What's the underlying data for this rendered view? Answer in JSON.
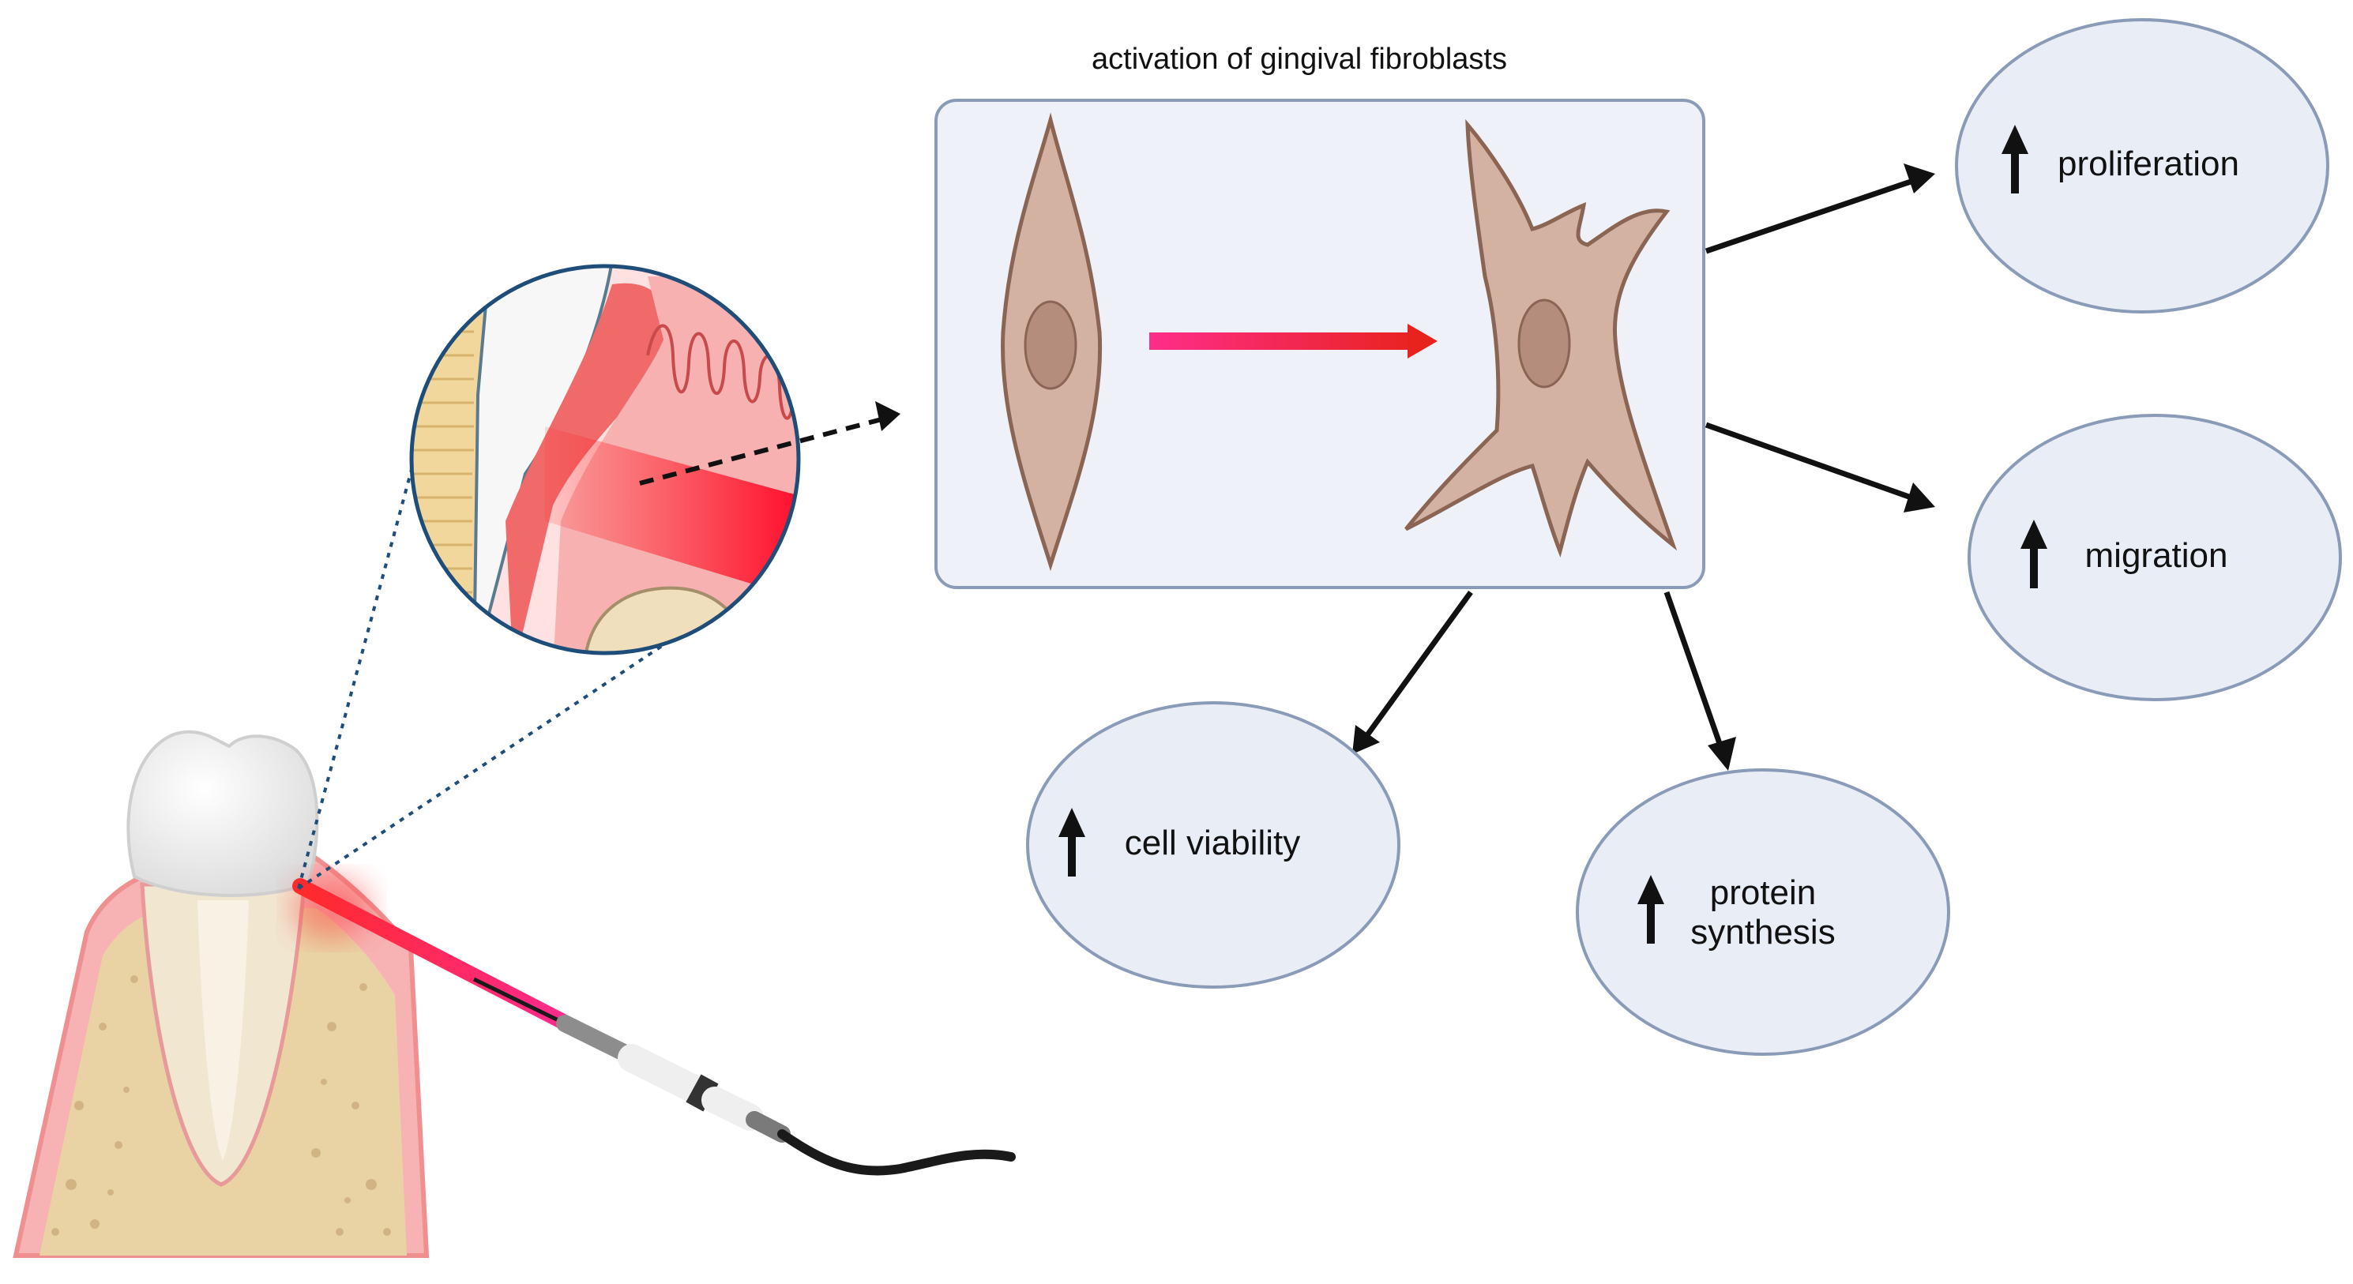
{
  "title": "activation of gingival fibroblasts",
  "outcomes": {
    "proliferation": "proliferation",
    "migration": "migration",
    "cell_viability": "cell viability",
    "protein_line1": "protein",
    "protein_line2": "synthesis"
  },
  "colors": {
    "ellipse_fill": "#e9edf5",
    "ellipse_stroke": "#8a9bb8",
    "box_fill": "#eef1f7",
    "cell_fill": "#d4b2a2",
    "cell_stroke": "#8b6554",
    "nucleus": "#b58d7d",
    "laser": "#ff1e1e",
    "gum": "#f5a6a6",
    "bone": "#e9d3a5",
    "magnifier_ring": "#1e4d7a"
  }
}
